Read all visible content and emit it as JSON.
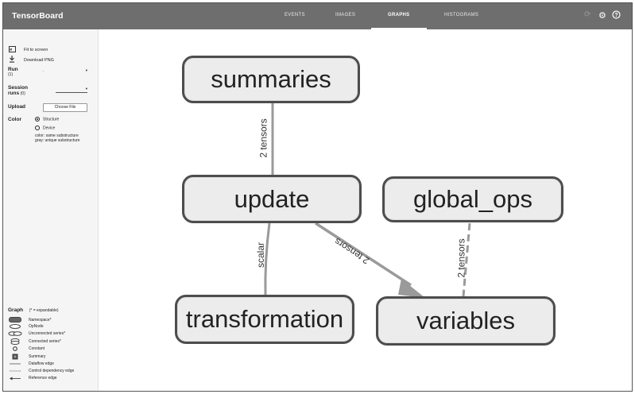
{
  "app": {
    "title": "TensorBoard"
  },
  "tabs": [
    {
      "label": "EVENTS",
      "active": false
    },
    {
      "label": "IMAGES",
      "active": false
    },
    {
      "label": "GRAPHS",
      "active": true
    },
    {
      "label": "HISTOGRAMS",
      "active": false
    }
  ],
  "toolbar_icons": [
    "refresh-icon",
    "gear-icon",
    "help-icon"
  ],
  "sidebar": {
    "fit_label": "Fit to screen",
    "download_label": "Download PNG",
    "run_label": "Run",
    "run_count": "(1)",
    "run_value": ".",
    "session_label": "Session",
    "session_label2": "runs",
    "session_count": "(0)",
    "upload_label": "Upload",
    "choose_file": "Choose File",
    "color_label": "Color",
    "color_options": [
      "Structure",
      "Device"
    ],
    "color_selected": "Structure",
    "color_note1": "color: same substructure",
    "color_note2": "gray: unique substructure",
    "legend_title": "Graph",
    "legend_sub": "(* = expandable)",
    "legend_items": [
      "Namespace*",
      "OpNode",
      "Unconnected series*",
      "Connected series*",
      "Constant",
      "Summary",
      "Dataflow edge",
      "Control dependency edge",
      "Reference edge"
    ]
  },
  "graph": {
    "nodes": {
      "summaries": "summaries",
      "update": "update",
      "global_ops": "global_ops",
      "transformation": "transformation",
      "variables": "variables"
    },
    "edge_labels": {
      "summaries_update": "2 tensors",
      "update_transformation": "scalar",
      "update_variables": "2 tensors",
      "global_variables": "2 tensors"
    }
  },
  "colors": {
    "topbar": "#6e6e6e",
    "node_fill": "#ececec",
    "node_border": "#4d4d4d",
    "edge": "#9a9a9a"
  }
}
